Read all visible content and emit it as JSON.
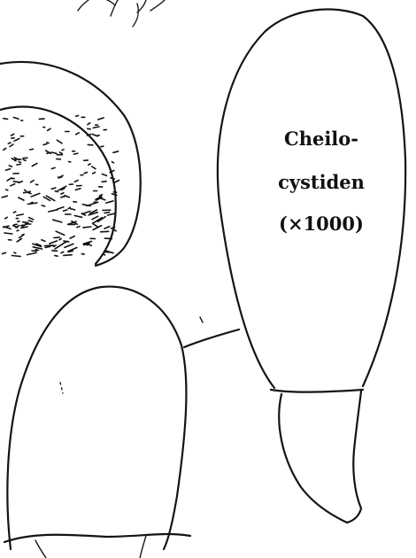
{
  "figure": {
    "label_line_1": "Cheilo-",
    "label_line_2": "cystiden",
    "label_line_3": "(×1000)",
    "ink_color": "#141414",
    "background_color": "#ffffff"
  }
}
